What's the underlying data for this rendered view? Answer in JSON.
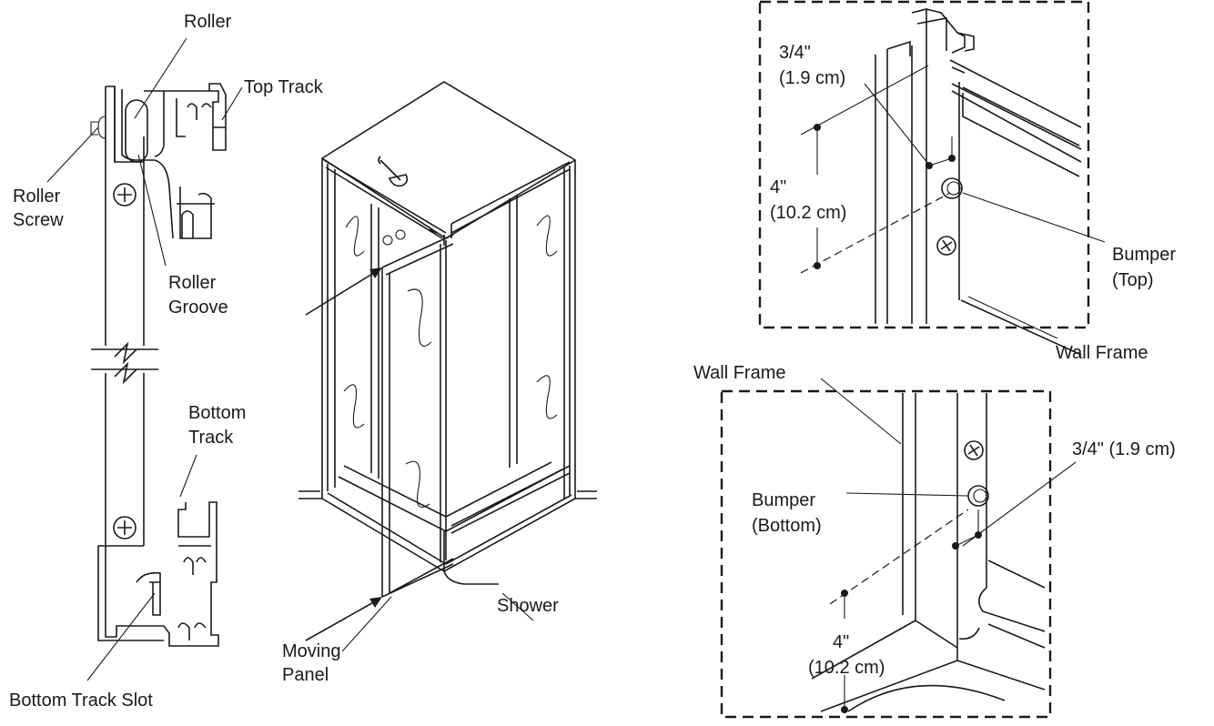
{
  "left_panel": {
    "roller": "Roller",
    "top_track": "Top Track",
    "roller_screw_line1": "Roller",
    "roller_screw_line2": "Screw",
    "roller_groove_line1": "Roller",
    "roller_groove_line2": "Groove",
    "bottom_track_line1": "Bottom",
    "bottom_track_line2": "Track",
    "bottom_track_slot": "Bottom Track Slot"
  },
  "center_panel": {
    "shower": "Shower",
    "moving_panel_line1": "Moving",
    "moving_panel_line2": "Panel"
  },
  "top_right_panel": {
    "dim_small_line1": "3/4\"",
    "dim_small_line2": "(1.9 cm)",
    "dim_large_line1": "4\"",
    "dim_large_line2": "(10.2 cm)",
    "bumper_line1": "Bumper",
    "bumper_line2": "(Top)",
    "wall_frame": "Wall Frame"
  },
  "bottom_right_panel": {
    "wall_frame": "Wall Frame",
    "dim_small": "3/4\" (1.9 cm)",
    "bumper_line1": "Bumper",
    "bumper_line2": "(Bottom)",
    "dim_large_line1": "4\"",
    "dim_large_line2": "(10.2 cm)"
  }
}
